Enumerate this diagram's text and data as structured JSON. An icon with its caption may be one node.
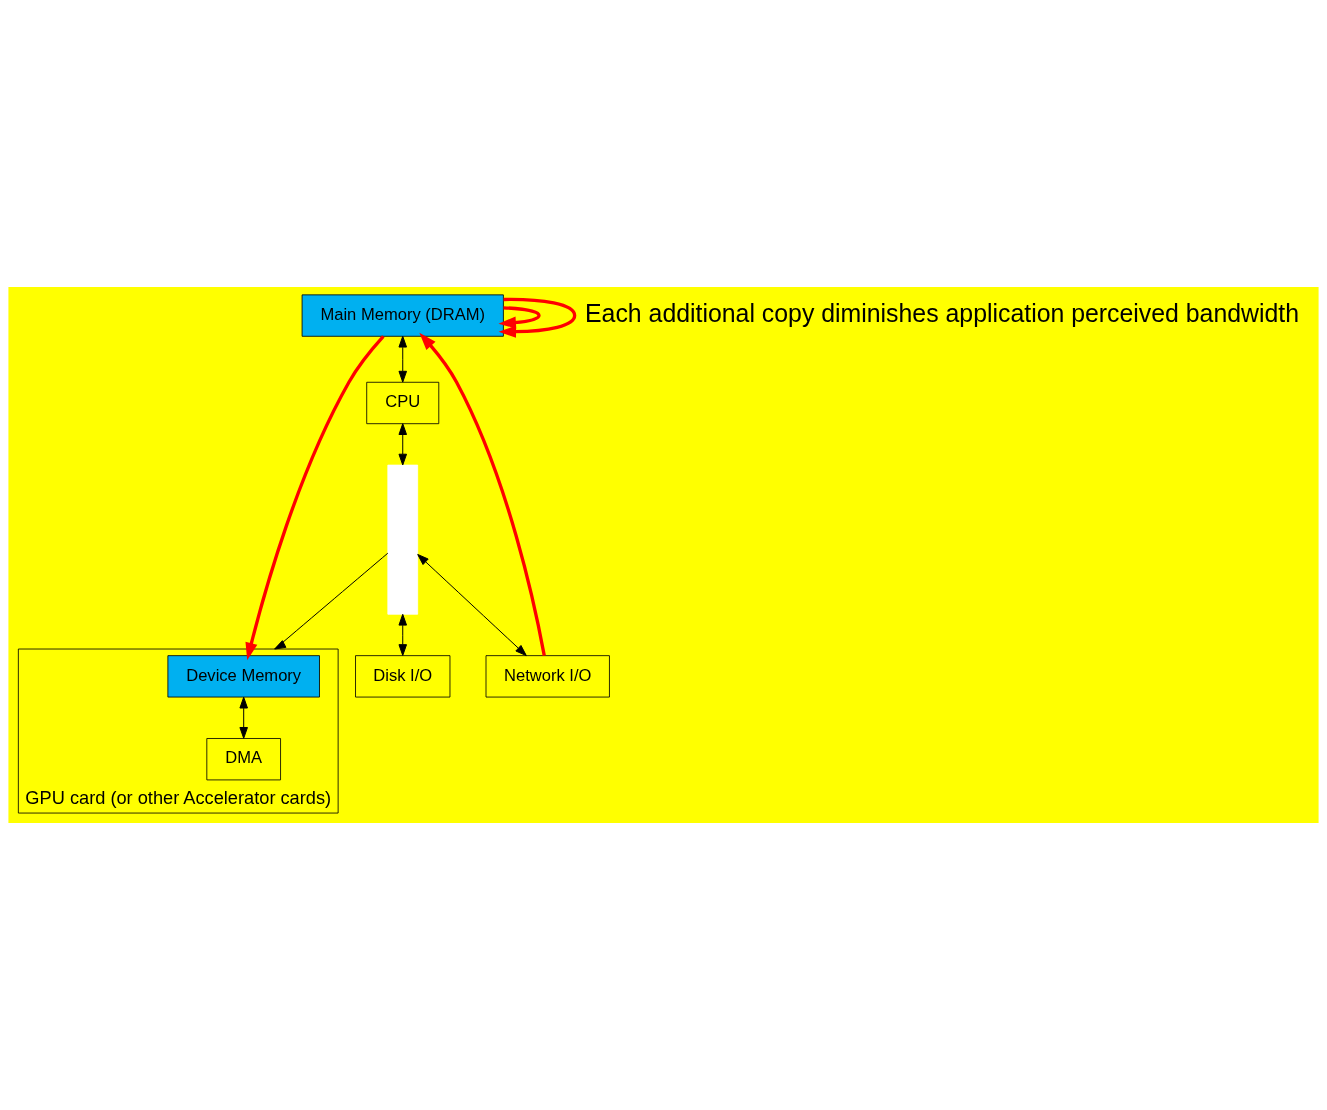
{
  "diagram": {
    "nodes": [
      {
        "text": [
          "Main Memory (DRAM)"
        ]
      },
      {
        "text": [
          "CPU"
        ]
      },
      {
        "text": [],
        "shape": "bar"
      },
      {
        "text": [
          "Network I/O"
        ]
      },
      {
        "text": [
          "Disk I/O"
        ]
      },
      {
        "text": [
          "GPU card (or other Accelerator cards)"
        ]
      },
      {
        "text": [
          "Device Memory"
        ],
        "in": 5
      },
      {
        "text": [
          "DMA"
        ],
        "in": 5
      }
    ],
    "edges": [
      {
        "from": 0,
        "to": 1,
        "arrow": "both"
      },
      {
        "from": 1,
        "to": 2,
        "arrow": "both"
      },
      {
        "from": 2,
        "to": 3,
        "arrow": "both"
      },
      {
        "from": 2,
        "to": 4,
        "arrow": "both"
      },
      {
        "from": 2,
        "to": 5,
        "arrow": "to"
      },
      {
        "from": 6,
        "to": 7,
        "arrow": "both"
      },
      {
        "from": 0,
        "to": 0,
        "arrow": "to",
        "style": "thick",
        "color": "#ff0000"
      },
      {
        "from": 0,
        "to": 0,
        "arrow": "to",
        "style": "thick",
        "color": "#ff0000"
      },
      {
        "from": 3,
        "to": 0,
        "arrow": "to",
        "style": "thick",
        "color": "#ff0000"
      },
      {
        "from": 0,
        "to": 6,
        "arrow": "to",
        "style": "thick",
        "color": "#ff0000"
      }
    ],
    "labels": [
      "Each additional copy diminishes application perceived bandwidth"
    ]
  }
}
